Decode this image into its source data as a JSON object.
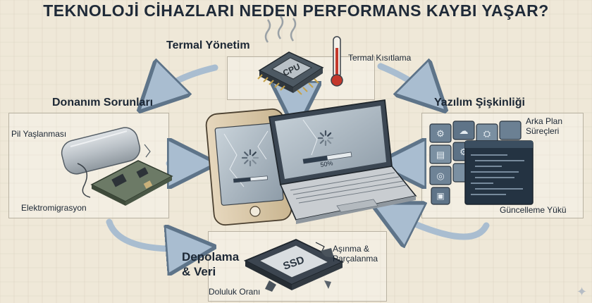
{
  "title": "TEKNOLOJİ CİHAZLARI NEDEN PERFORMANS KAYBI YAŞAR?",
  "sections": {
    "thermal": {
      "title": "Termal Yönetim",
      "chip_label": "CPU",
      "item": "Termal Kısıtlama"
    },
    "hardware": {
      "title": "Donanım Sorunları",
      "item_battery": "Pil Yaşlanması",
      "item_electro": "Elektromigrasyon"
    },
    "software": {
      "title": "Yazılım Şişkinliği",
      "item_background": "Arka Plan\nSüreçleri",
      "item_updates": "Güncelleme Yükü"
    },
    "storage": {
      "title": "Depolama\n& Veri",
      "ssd_label": "SSD",
      "item_wear": "Aşınma &\nParçalanma",
      "item_fill": "Doluluk Oranı"
    }
  },
  "center": {
    "laptop_progress_text": "50%",
    "laptop_progress": 0.5,
    "phone_progress": 0.5
  },
  "colors": {
    "background": "#efe8d8",
    "arrow": "#a9bdd0",
    "ink": "#1c2734"
  }
}
